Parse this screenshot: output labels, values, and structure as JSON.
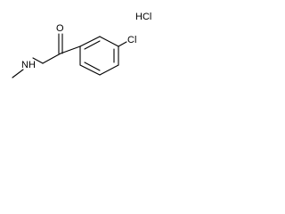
{
  "molecule": {
    "salt": "HCl",
    "oxygen": "O",
    "chlorine": "Cl",
    "amine": "NH"
  }
}
